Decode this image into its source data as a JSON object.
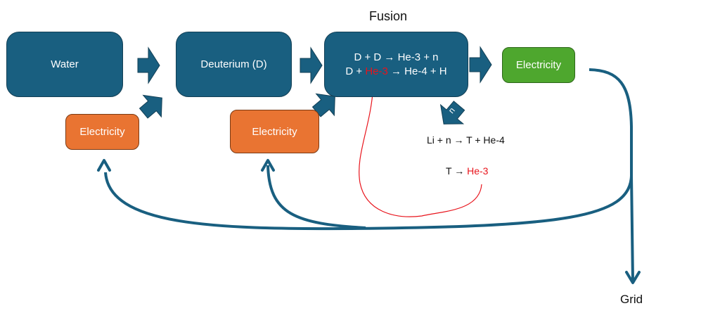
{
  "title": "Fusion",
  "colors": {
    "process_box": "#195f80",
    "arrow": "#195f80",
    "input_electricity": "#e97432",
    "output_electricity": "#4ea72e",
    "he3_highlight": "#e8141c"
  },
  "nodes": {
    "water": {
      "label": "Water"
    },
    "deuterium": {
      "label": "Deuterium (D)"
    },
    "fusion": {
      "line1": {
        "left": "D + D",
        "arrow": "→",
        "right": "He-3 + n"
      },
      "line2": {
        "pre": "D + ",
        "highlight": "He-3",
        "arrow": "→",
        "right": "He-4 + H"
      }
    },
    "electricity_output": {
      "label": "Electricity"
    },
    "electricity_input_1": {
      "label": "Electricity"
    },
    "electricity_input_2": {
      "label": "Electricity"
    }
  },
  "neutron_arrow": {
    "label": "n"
  },
  "breeding": {
    "reaction1": {
      "left": "Li + n",
      "arrow": "→",
      "right": "T + He-4"
    },
    "reaction2": {
      "left": "T",
      "arrow": "→",
      "highlight": "He-3"
    }
  },
  "grid": {
    "label": "Grid"
  },
  "icons": {
    "block_arrow": "block-arrow-right",
    "curved_arrow": "curved-arrow",
    "recycle_arrow": "thin-red-arrow"
  }
}
